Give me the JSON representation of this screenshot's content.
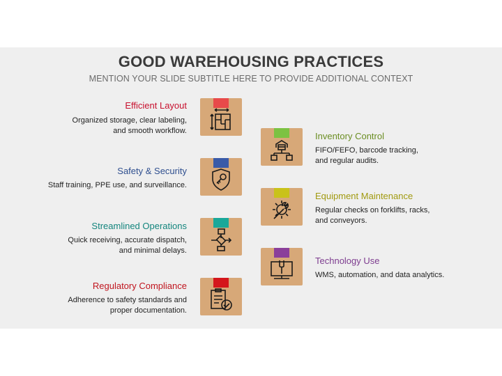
{
  "title": "GOOD WAREHOUSING PRACTICES",
  "subtitle": "MENTION YOUR SLIDE SUBTITLE HERE TO PROVIDE ADDITIONAL CONTEXT",
  "items": [
    {
      "title": "Efficient Layout",
      "desc1": "Organized storage, clear labeling,",
      "desc2": "and smooth workflow.",
      "color": "#c8102e",
      "ribbon": "#e84a4a",
      "icon": "layout-arrows-icon"
    },
    {
      "title": "Inventory Control",
      "desc1": "FIFO/FEFO, barcode tracking,",
      "desc2": "and regular audits.",
      "color": "#6b8e23",
      "ribbon": "#7cc242",
      "icon": "warehouse-network-icon"
    },
    {
      "title": "Safety & Security",
      "desc1": "Staff training, PPE use, and surveillance.",
      "desc2": "",
      "color": "#2f4f8f",
      "ribbon": "#3a5ba8",
      "icon": "shield-key-icon"
    },
    {
      "title": "Equipment Maintenance",
      "desc1": "Regular checks on forklifts, racks,",
      "desc2": "and conveyors.",
      "color": "#a19a10",
      "ribbon": "#c9c21a",
      "icon": "gear-wrench-icon"
    },
    {
      "title": "Streamlined Operations",
      "desc1": "Quick receiving, accurate dispatch,",
      "desc2": "and minimal delays.",
      "color": "#13857d",
      "ribbon": "#1aa89a",
      "icon": "flowchart-icon"
    },
    {
      "title": "Technology Use",
      "desc1": "WMS, automation, and data analytics.",
      "desc2": "",
      "color": "#7d3c8f",
      "ribbon": "#8b3f9a",
      "icon": "monitor-wrench-icon"
    },
    {
      "title": "Regulatory Compliance",
      "desc1": "Adherence to safety standards and",
      "desc2": "proper documentation.",
      "color": "#c0141e",
      "ribbon": "#d4161c",
      "icon": "clipboard-check-icon"
    }
  ]
}
